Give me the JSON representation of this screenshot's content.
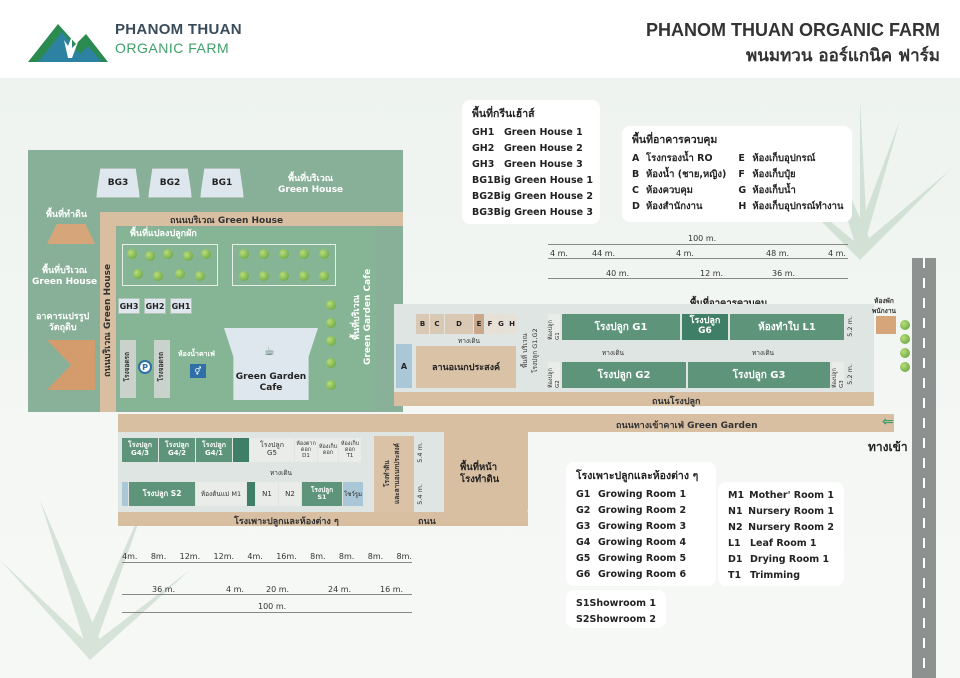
{
  "header": {
    "logo_line1": "PHANOM THUAN",
    "logo_line2": "ORGANIC FARM",
    "title_en": "PHANOM THUAN ORGANIC FARM",
    "title_th": "พนมทวน ออร์แกนิค ฟาร์ม"
  },
  "left_zone": {
    "green_house_buildings": [
      "BG3",
      "BG2",
      "BG1"
    ],
    "service_area": "พื้นที่บริเวณ\nGreen House",
    "dry_land": "พื้นที่ทำดิน",
    "service_area_left": "พื้นที่บริเวณ\nGreen House",
    "processing_building": "อาคารแปรรูป\nวัตถุดิบ",
    "road_top": "ถนนบริเวณ Green House",
    "road_left": "ถนนบริเวณ Green House",
    "veg_plot": "พื้นที่แปลงปลูกผัก",
    "small_houses": [
      "GH3",
      "GH2",
      "GH1"
    ],
    "garage1": "โรงจอดรถ",
    "garage2": "โรงจอดรถ",
    "parking": "P",
    "restroom": "ห้องน้ำคาเฟ่",
    "cafe": "Green Garden\nCafe",
    "cafe_area": "พื้นที่บริเวณ\nGreen Garden Cafe"
  },
  "legend_greenhouse": {
    "title": "พื้นที่กรีนเฮ้าส์",
    "items": [
      {
        "code": "GH1",
        "name": "Green House 1"
      },
      {
        "code": "GH2",
        "name": "Green House 2"
      },
      {
        "code": "GH3",
        "name": "Green House 3"
      },
      {
        "code": "BG1",
        "name": "Big Green House 1"
      },
      {
        "code": "BG2",
        "name": "Big Green House 2"
      },
      {
        "code": "BG3",
        "name": "Big Green House 3"
      }
    ]
  },
  "legend_control": {
    "title": "พื้นที่อาคารควบคุม",
    "col1": [
      {
        "code": "A",
        "name": "โรงกรองน้ำ RO"
      },
      {
        "code": "B",
        "name": "ห้องน้ำ (ชาย,หญิง)"
      },
      {
        "code": "C",
        "name": "ห้องควบคุม"
      },
      {
        "code": "D",
        "name": "ห้องสำนักงาน"
      }
    ],
    "col2": [
      {
        "code": "E",
        "name": "ห้องเก็บอุปกรณ์"
      },
      {
        "code": "F",
        "name": "ห้องเก็บปุ๋ย"
      },
      {
        "code": "G",
        "name": "ห้องเก็บน้ำ"
      },
      {
        "code": "H",
        "name": "ห้องเก็บอุปกรณ์ทำงาน"
      }
    ]
  },
  "control_building": {
    "dims_top": {
      "total": "100 m.",
      "d1": "4 m.",
      "d2": "44 m.",
      "d3": "4 m.",
      "d4": "48 m.",
      "d5": "4 m.",
      "d6": "40 m.",
      "d7": "12 m.",
      "d8": "36 m."
    },
    "title": "พื้นที่อาคารควบคุม",
    "rooms_small": [
      "B",
      "C",
      "D",
      "E",
      "F",
      "G",
      "H"
    ],
    "room_a": "A",
    "g1": "โรงปลูก G1",
    "g6": "โรงปลูก\nG6",
    "l1": "ห้องทำใบ L1",
    "g2": "โรงปลูก G2",
    "g3": "โรงปลูก G3",
    "walkway": "ทางเดิน",
    "walkway2": "ทางเดิน",
    "walkway3": "ทางเดิน",
    "plaza": "ลานอเนกประสงค์",
    "plaza_side": "พื้นที่ บริเวณ\nโรงปลูก G1,G2",
    "side_g1": "ห้องปลูก\nG1",
    "side_g2": "ห้องปลูก\nG2",
    "side_g3": "ห้องปลูก\nG3",
    "dim_52a": "5.2 m.",
    "dim_52b": "5.2 m.",
    "road": "ถนนโรงปลูก",
    "rest_house": "ห้องพัก\nพนักงาน"
  },
  "entrance_road": "ถนนทางเข้าคาเฟ่ Green Garden",
  "entrance": "ทางเข้า",
  "lower_building": {
    "rooms_top": [
      "โรงปลูก\nG4/3",
      "โรงปลูก\nG4/2",
      "โรงปลูก\nG4/1",
      "โรงปลูก\nG5",
      "ห้องตาก\nดอก\nD1",
      "ห้องเก็บ\nดอก",
      "ห้องเก็บ\nดอก\nT1"
    ],
    "walkway": "ทางเดิน",
    "rooms_bottom": [
      "โรงปลูก S2",
      "ห้องต้นแม่ M1",
      "N1",
      "N2",
      "โรงปลูก\nS1",
      "โชว์รูม"
    ],
    "side_label": "โรงทำดิน\nและลานอเนกประสงค์",
    "dim_54a": "5.4 m.",
    "dim_54b": "5.4 m.",
    "title": "โรงเพาะปลูกและห้องต่าง ๆ",
    "road": "ถนน",
    "front_area": "พื้นที่หน้า\nโรงทำดิน",
    "dims": [
      "4m.",
      "8m.",
      "12m.",
      "12m.",
      "4m.",
      "16m.",
      "8m.",
      "8m.",
      "8m.",
      "8m."
    ],
    "dims2": [
      "36 m.",
      "4 m.",
      "20 m.",
      "24 m.",
      "16 m."
    ],
    "total": "100 m."
  },
  "legend_rooms": {
    "title": "โรงเพาะปลูกและห้องต่าง ๆ",
    "items": [
      {
        "code": "G1",
        "name": "Growing Room 1"
      },
      {
        "code": "G2",
        "name": "Growing Room 2"
      },
      {
        "code": "G3",
        "name": "Growing Room 3"
      },
      {
        "code": "G4",
        "name": "Growing Room 4"
      },
      {
        "code": "G5",
        "name": "Growing Room 5"
      },
      {
        "code": "G6",
        "name": "Growing Room 6"
      }
    ],
    "items2": [
      {
        "code": "M1",
        "name": "Mother' Room 1"
      },
      {
        "code": "N1",
        "name": "Nursery Room 1"
      },
      {
        "code": "N2",
        "name": "Nursery Room 2"
      },
      {
        "code": "L1",
        "name": "Leaf Room 1"
      },
      {
        "code": "D1",
        "name": "Drying Room 1"
      },
      {
        "code": "T1",
        "name": "Trimming"
      }
    ],
    "showrooms": [
      {
        "code": "S1",
        "name": "Showroom 1"
      },
      {
        "code": "S2",
        "name": "Showroom 2"
      }
    ]
  },
  "colors": {
    "brand_green": "#3ea06a",
    "zone_green": "#6f9f82",
    "road": "#d9bfa2",
    "room_green": "#5d947a"
  }
}
